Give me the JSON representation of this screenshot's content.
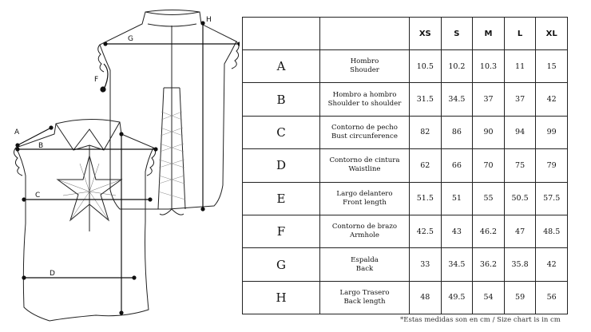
{
  "sizes": [
    "XS",
    "S",
    "M",
    "L",
    "XL"
  ],
  "rows": [
    {
      "letter": "A",
      "es": "Hombro",
      "en": "Shouder",
      "values": [
        "10.5",
        "10.2",
        "10.3",
        "11",
        "15"
      ]
    },
    {
      "letter": "B",
      "es": "Hombro a hombro",
      "en": "Shoulder to shoulder",
      "values": [
        "31.5",
        "34.5",
        "37",
        "37",
        "42"
      ]
    },
    {
      "letter": "C",
      "es": "Contorno de pecho",
      "en": "Bust circunference",
      "values": [
        "82",
        "86",
        "90",
        "94",
        "99"
      ]
    },
    {
      "letter": "D",
      "es": "Contorno de cintura",
      "en": "Waistline",
      "values": [
        "62",
        "66",
        "70",
        "75",
        "79"
      ]
    },
    {
      "letter": "E",
      "es": "Largo delantero",
      "en": "Front length",
      "values": [
        "51.5",
        "51",
        "55",
        "50.5",
        "57.5"
      ]
    },
    {
      "letter": "F",
      "es": "Contorno de brazo",
      "en": "Armhole",
      "values": [
        "42.5",
        "43",
        "46.2",
        "47",
        "48.5"
      ]
    },
    {
      "letter": "G",
      "es": "Espalda",
      "en": "Back",
      "values": [
        "33",
        "34.5",
        "36.2",
        "35.8",
        "42"
      ]
    },
    {
      "letter": "H",
      "es": "Largo Trasero",
      "en": "Back length",
      "values": [
        "48",
        "49.5",
        "54",
        "59",
        "56"
      ]
    }
  ],
  "footnote": "*Estas medidas son en cm / Size chart is in cm",
  "diagram_labels": {
    "A": "A",
    "B": "B",
    "C": "C",
    "D": "D",
    "F": "F",
    "G": "G",
    "H": "H"
  }
}
